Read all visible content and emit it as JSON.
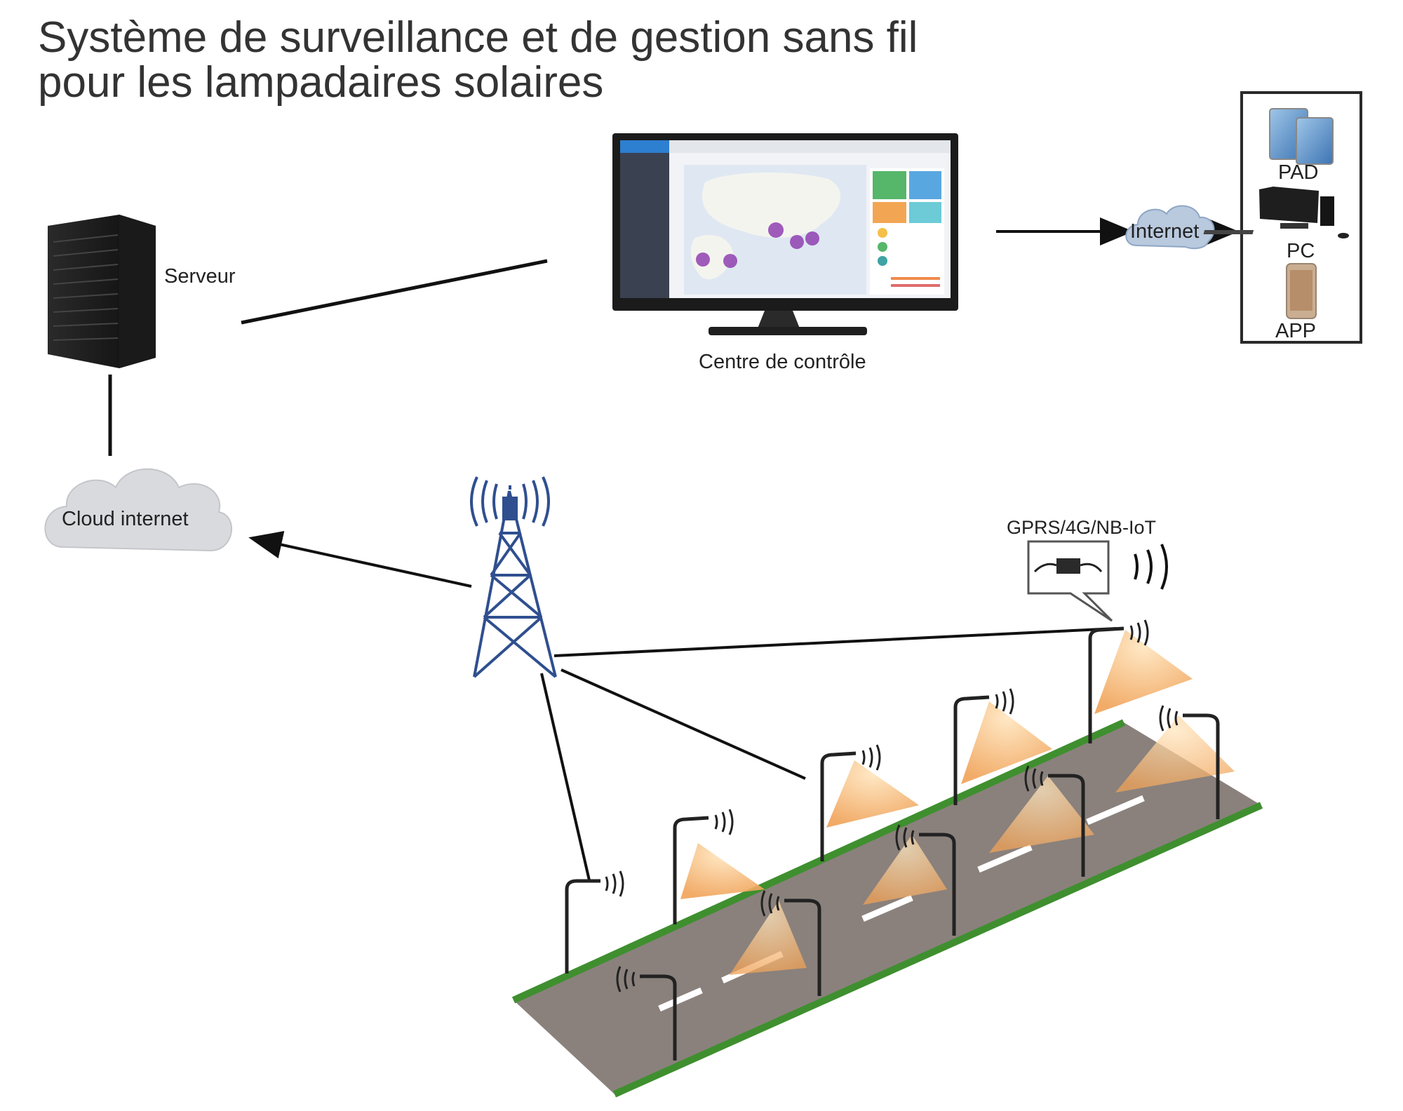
{
  "title": {
    "line1": "Système de surveillance et de gestion sans fil",
    "line2": "pour les lampadaires solaires"
  },
  "nodes": {
    "server": "Serveur",
    "control_center": "Centre de contrôle",
    "cloud": "Cloud internet",
    "internet": "Internet",
    "pad": "PAD",
    "pc": "PC",
    "app": "APP",
    "gprs": "GPRS/4G/NB-IoT"
  },
  "colors": {
    "tower": "#2f4f8f",
    "road": "#8a817c",
    "grass": "#3f8f2f",
    "light_cone": "#f5b46a",
    "cloud": "#d8dade",
    "monitor_bezel": "#1b1b1b"
  }
}
